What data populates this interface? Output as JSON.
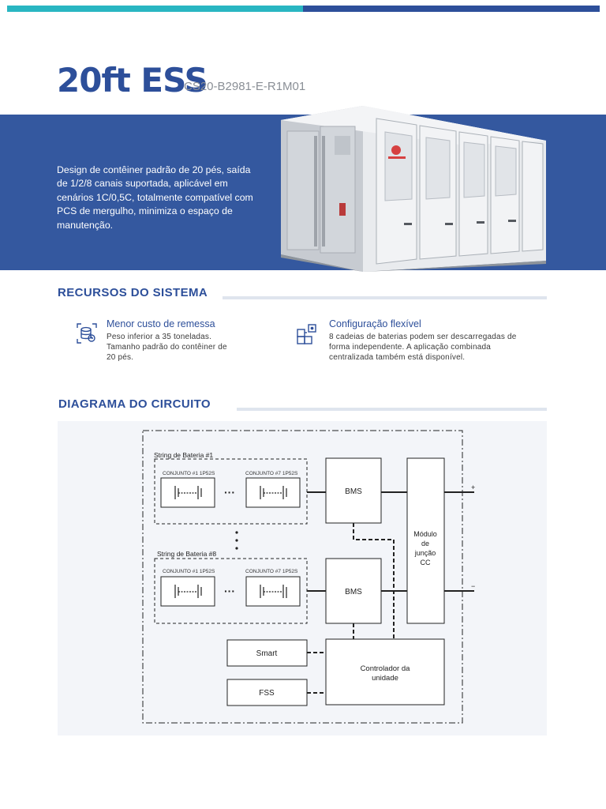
{
  "colors": {
    "brand": "#2d4f9a",
    "teal": "#29b6c2",
    "hero_bg": "#34589f"
  },
  "header": {
    "title": "20ft ESS",
    "model": "CS20-B2981-E-R1M01"
  },
  "hero": {
    "description": "Design de contêiner padrão de 20 pés, saída de 1/2/8 canais suportada, aplicável em cenários 1C/0,5C, totalmente compatível com PCS de mergulho, minimiza o espaço de manutenção.",
    "image_icon": "energy-storage-container-image"
  },
  "features_section": {
    "title": "RECURSOS DO SISTEMA",
    "items": [
      {
        "icon": "shipping-database-icon",
        "title": "Menor custo de remessa",
        "lines": [
          "Peso inferior a 35 toneladas.",
          "Tamanho padrão do contêiner de",
          "20 pés."
        ]
      },
      {
        "icon": "modular-grid-icon",
        "title": "Configuração flexível",
        "lines": [
          "8 cadeias de baterias podem ser descarregadas de",
          "forma independente. A aplicação combinada",
          "centralizada também está disponível."
        ]
      }
    ]
  },
  "diagram_section": {
    "title": "DIAGRAMA DO CIRCUITO",
    "string1_label": "String de Bateria #1",
    "string8_label": "String de Bateria #8",
    "pack1_label": "CONJUNTO #1 1P52S",
    "pack7_label": "CONJUNTO #7 1P52S",
    "pack1_label_b": "CONJUNTO #1 1P52S",
    "pack7_label_b": "CONJUNTO #7 1P52S",
    "ellipsis": "···",
    "bms_label": "BMS",
    "dc_module_lines": [
      "Módulo",
      "de",
      "junção",
      "CC"
    ],
    "controller_lines": [
      "Controlador da",
      "unidade"
    ],
    "smart_label": "Smart",
    "fss_label": "FSS",
    "plus": "+",
    "minus": "−"
  }
}
